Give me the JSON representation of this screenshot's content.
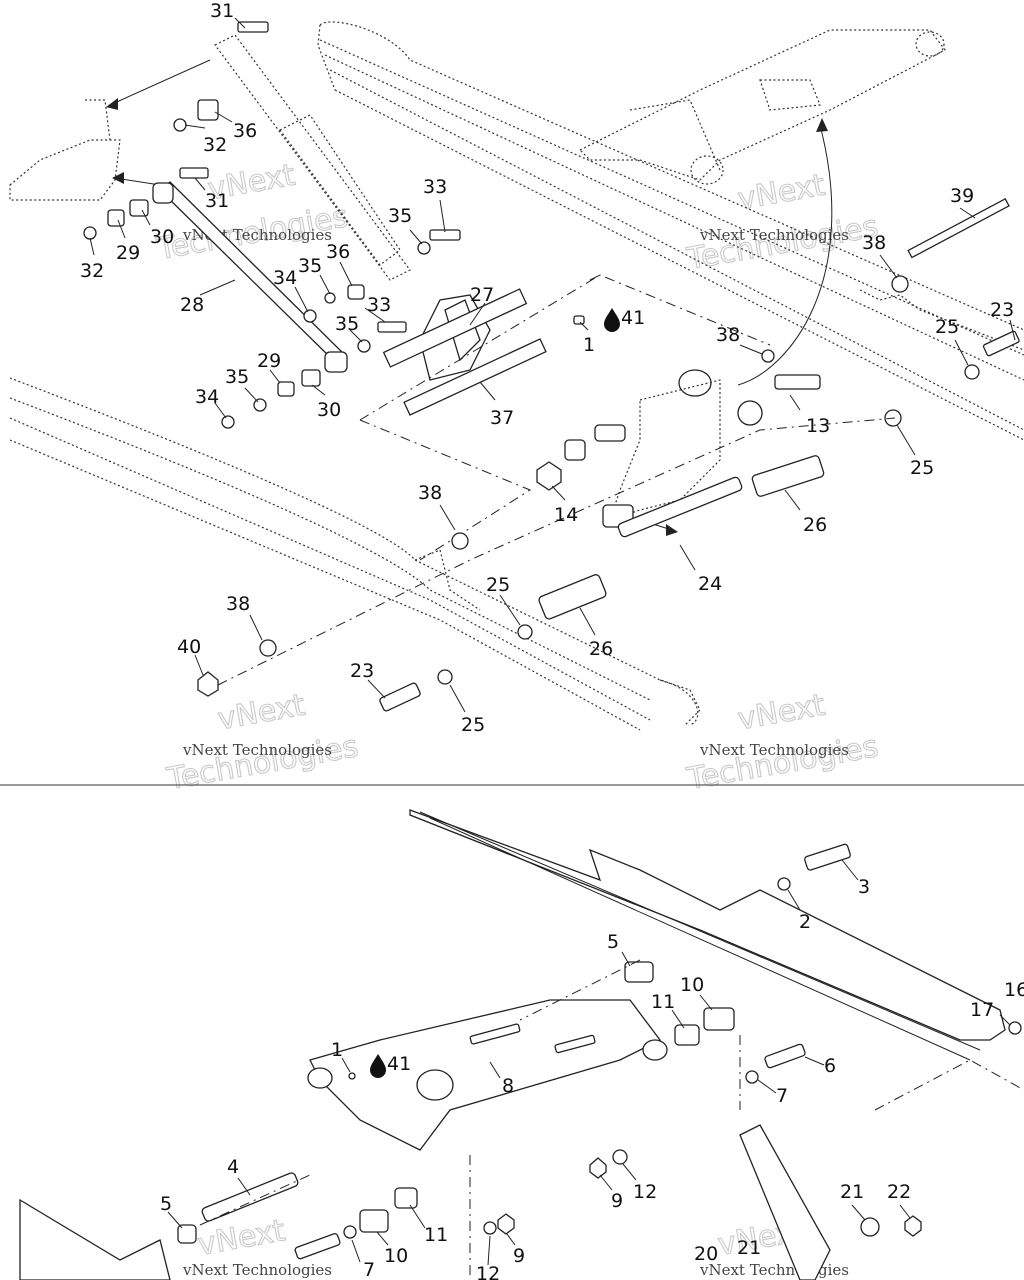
{
  "labels": {
    "l31a": "31",
    "l32a": "32",
    "l36a": "36",
    "l31b": "31",
    "l30a": "30",
    "l29a": "29",
    "l32b": "32",
    "l28": "28",
    "l33a": "33",
    "l35a": "35",
    "l36b": "36",
    "l35b": "35",
    "l34a": "34",
    "l33b": "33",
    "l35c": "35",
    "l27": "27",
    "l41a": "41",
    "l1a": "1",
    "l29b": "29",
    "l35d": "35",
    "l34b": "34",
    "l30b": "30",
    "l37": "37",
    "l38a": "38",
    "l39": "39",
    "l38b": "38",
    "l25a": "25",
    "l23a": "23",
    "l13": "13",
    "l14": "14",
    "l25b": "25",
    "l26a": "26",
    "l24": "24",
    "l38c": "38",
    "l25c": "25",
    "l26b": "26",
    "l38d": "38",
    "l40": "40",
    "l23b": "23",
    "l25d": "25",
    "l3": "3",
    "l2": "2",
    "l5a": "5",
    "l10a": "10",
    "l11a": "11",
    "l16": "16",
    "l17": "17",
    "l6": "6",
    "l7a": "7",
    "l1b": "1",
    "l41b": "41",
    "l8": "8",
    "l9a": "9",
    "l12a": "12",
    "l4": "4",
    "l5b": "5",
    "l7b": "7",
    "l10b": "10",
    "l11b": "11",
    "l12b": "12",
    "l9b": "9",
    "l21a": "21",
    "l22": "22",
    "l20": "20",
    "l21b": "21"
  },
  "watermark": {
    "line1": "vNext Technologies",
    "line2": "vNext",
    "line3": "Technologies"
  },
  "icons": {
    "drop": "lubricant-drop-icon"
  }
}
